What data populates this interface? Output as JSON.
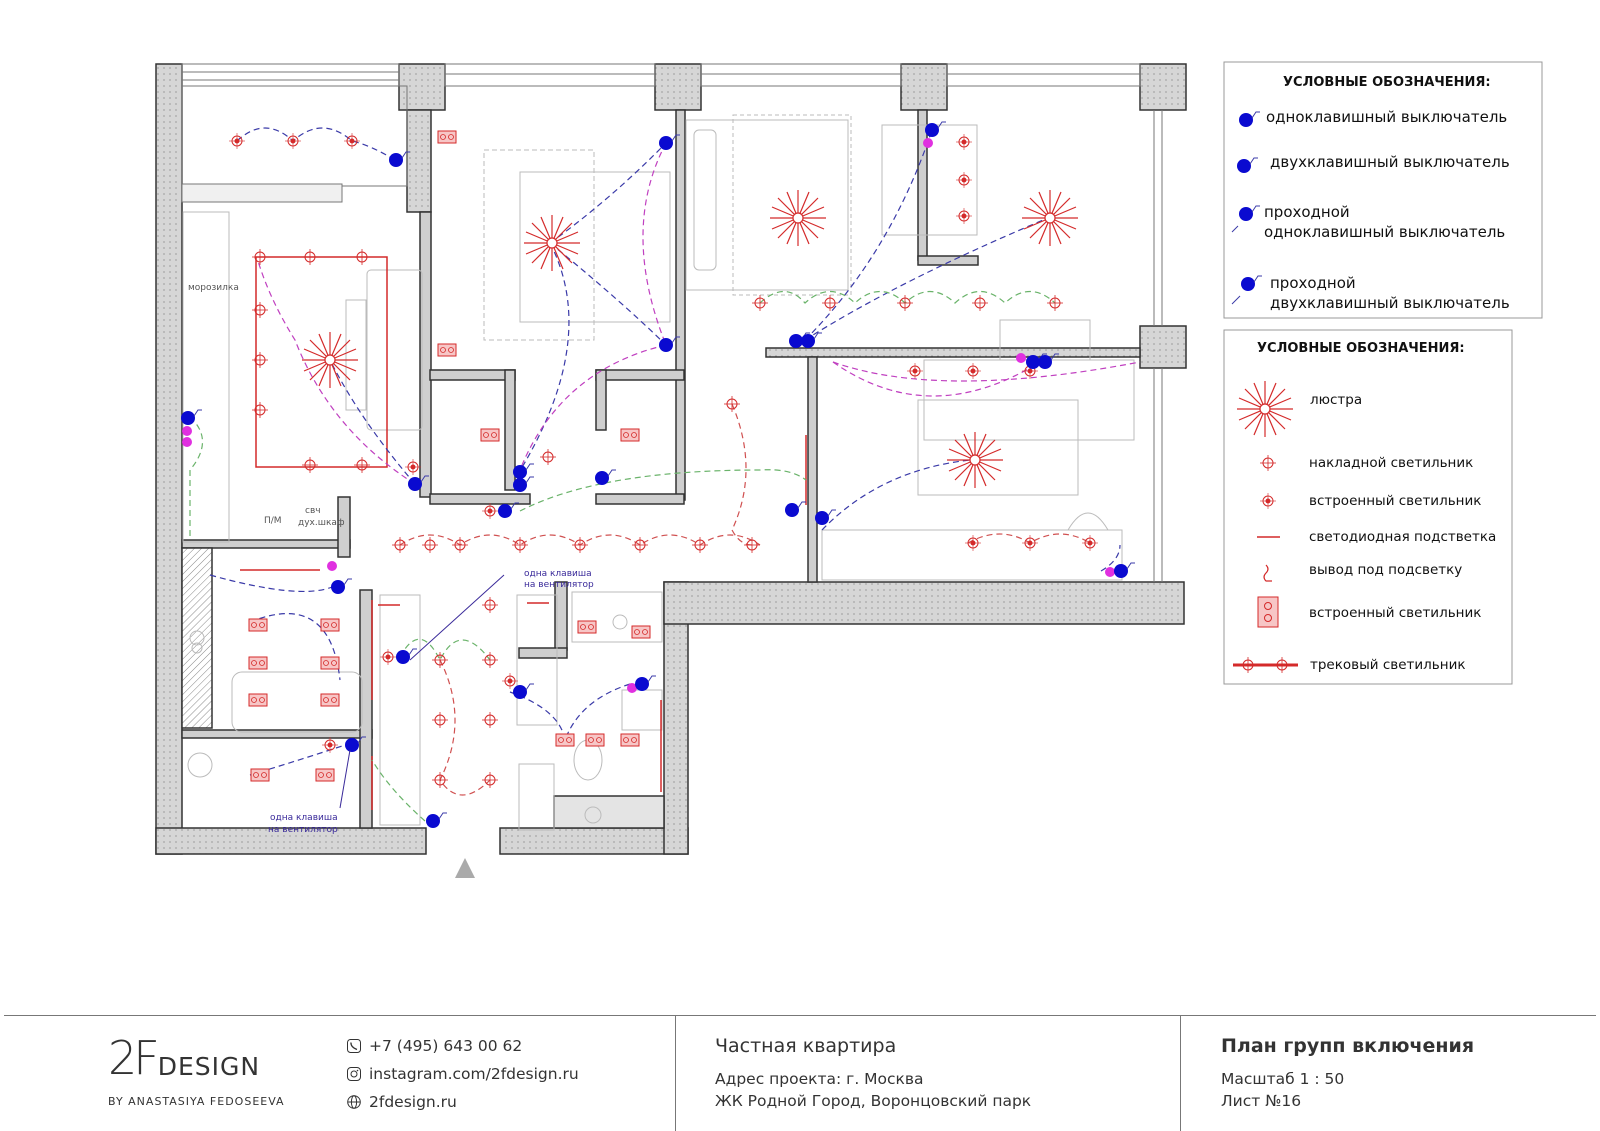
{
  "plan": {
    "room_labels": {
      "freezer": "морозилка",
      "dishwasher": "П/М",
      "microwave_line1": "свч",
      "microwave_line2": "дух.шкаф"
    },
    "vent_notes": [
      {
        "line1": "одна клавиша",
        "line2": "на вентилятор"
      },
      {
        "line1": "одна клавиша",
        "line2": "на вентилятор"
      }
    ]
  },
  "legend_switches": {
    "title": "УСЛОВНЫЕ ОБОЗНАЧЕНИЯ:",
    "items": [
      {
        "icon": "single-switch-icon",
        "line1": "одноклавишный выключатель",
        "line2": ""
      },
      {
        "icon": "double-switch-icon",
        "line1": "двухклавишный выключатель",
        "line2": ""
      },
      {
        "icon": "pass-single-switch-icon",
        "line1": "проходной",
        "line2": "одноклавишный выключатель"
      },
      {
        "icon": "pass-double-switch-icon",
        "line1": "проходной",
        "line2": "двухклавишный выключатель"
      }
    ]
  },
  "legend_lights": {
    "title": "УСЛОВНЫЕ ОБОЗНАЧЕНИЯ:",
    "items": [
      {
        "icon": "chandelier-icon",
        "label": "люстра"
      },
      {
        "icon": "surface-light-icon",
        "label": "накладной светильник"
      },
      {
        "icon": "recessed-light-icon",
        "label": "встроенный светильник"
      },
      {
        "icon": "led-strip-icon",
        "label": "светодиодная подстветка"
      },
      {
        "icon": "backlight-outlet-icon",
        "label": "вывод под подсветку"
      },
      {
        "icon": "recessed-square-light-icon",
        "label": "встроенный светильник"
      },
      {
        "icon": "track-light-icon",
        "label": "трековый светильник"
      }
    ]
  },
  "footer": {
    "logo_mark": "2F",
    "logo_word": "DESIGN",
    "logo_by": "BY ANASTASIYA FEDOSEEVA",
    "phone": "+7 (495) 643 00 62",
    "instagram": "instagram.com/2fdesign.ru",
    "website": "2fdesign.ru",
    "project_title": "Частная квартира",
    "address_line1": "Адрес проекта: г. Москва",
    "address_line2": "ЖК Родной Город, Воронцовский парк",
    "sheet_title": "План групп включения",
    "scale": "Масштаб 1 : 50",
    "sheet_no": "Лист №16"
  },
  "colors": {
    "wall": "#cfcfcf",
    "wall_stroke": "#333333",
    "switch": "#0a0ad0",
    "light_red": "#d42a2a",
    "line_blue": "#3a3aa8",
    "line_magenta": "#c040c0",
    "line_green": "#6ab36a",
    "line_red": "#d05050"
  }
}
